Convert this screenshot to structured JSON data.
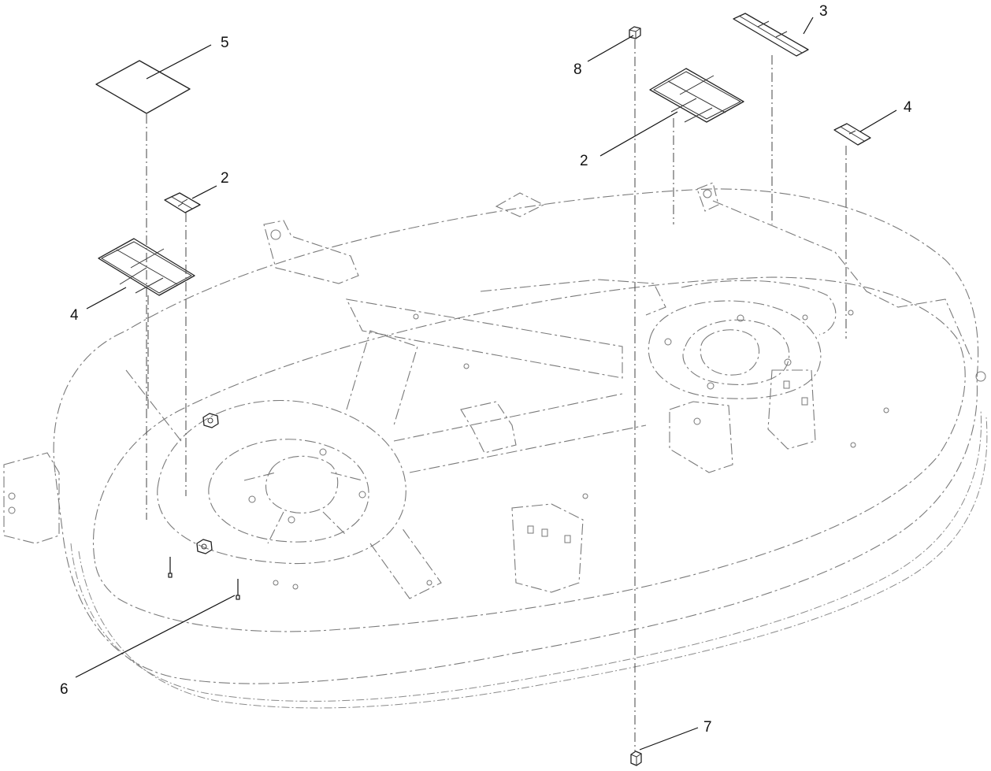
{
  "callouts": [
    {
      "id": "c1",
      "label": "5"
    },
    {
      "id": "c2",
      "label": "2"
    },
    {
      "id": "c3",
      "label": "4"
    },
    {
      "id": "c4",
      "label": "8"
    },
    {
      "id": "c5",
      "label": "3"
    },
    {
      "id": "c6",
      "label": "4"
    },
    {
      "id": "c7",
      "label": "2"
    },
    {
      "id": "c8",
      "label": "6"
    },
    {
      "id": "c9",
      "label": "7"
    }
  ]
}
